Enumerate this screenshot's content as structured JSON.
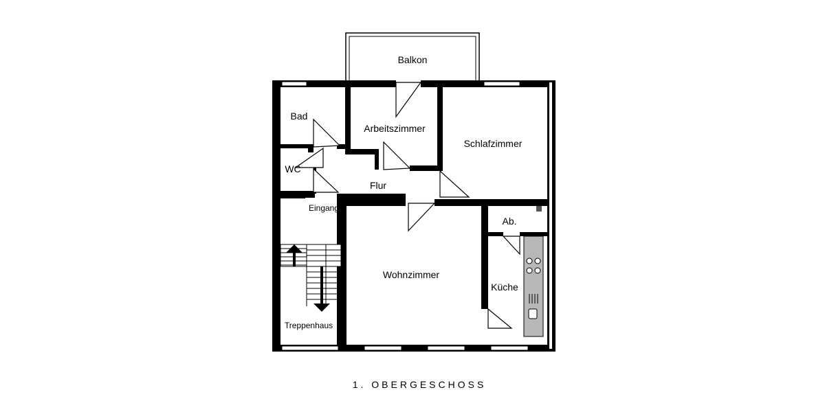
{
  "floor_caption": "1. OBERGESCHOSS",
  "rooms": {
    "balkon": "Balkon",
    "bad": "Bad",
    "arbeitszimmer": "Arbeitszimmer",
    "schlafzimmer": "Schlafzimmer",
    "wc": "WC",
    "flur": "Flur",
    "eingang": "Eingang",
    "abstellraum": "Ab.",
    "wohnzimmer": "Wohnzimmer",
    "kueche": "Küche",
    "treppenhaus": "Treppenhaus"
  }
}
